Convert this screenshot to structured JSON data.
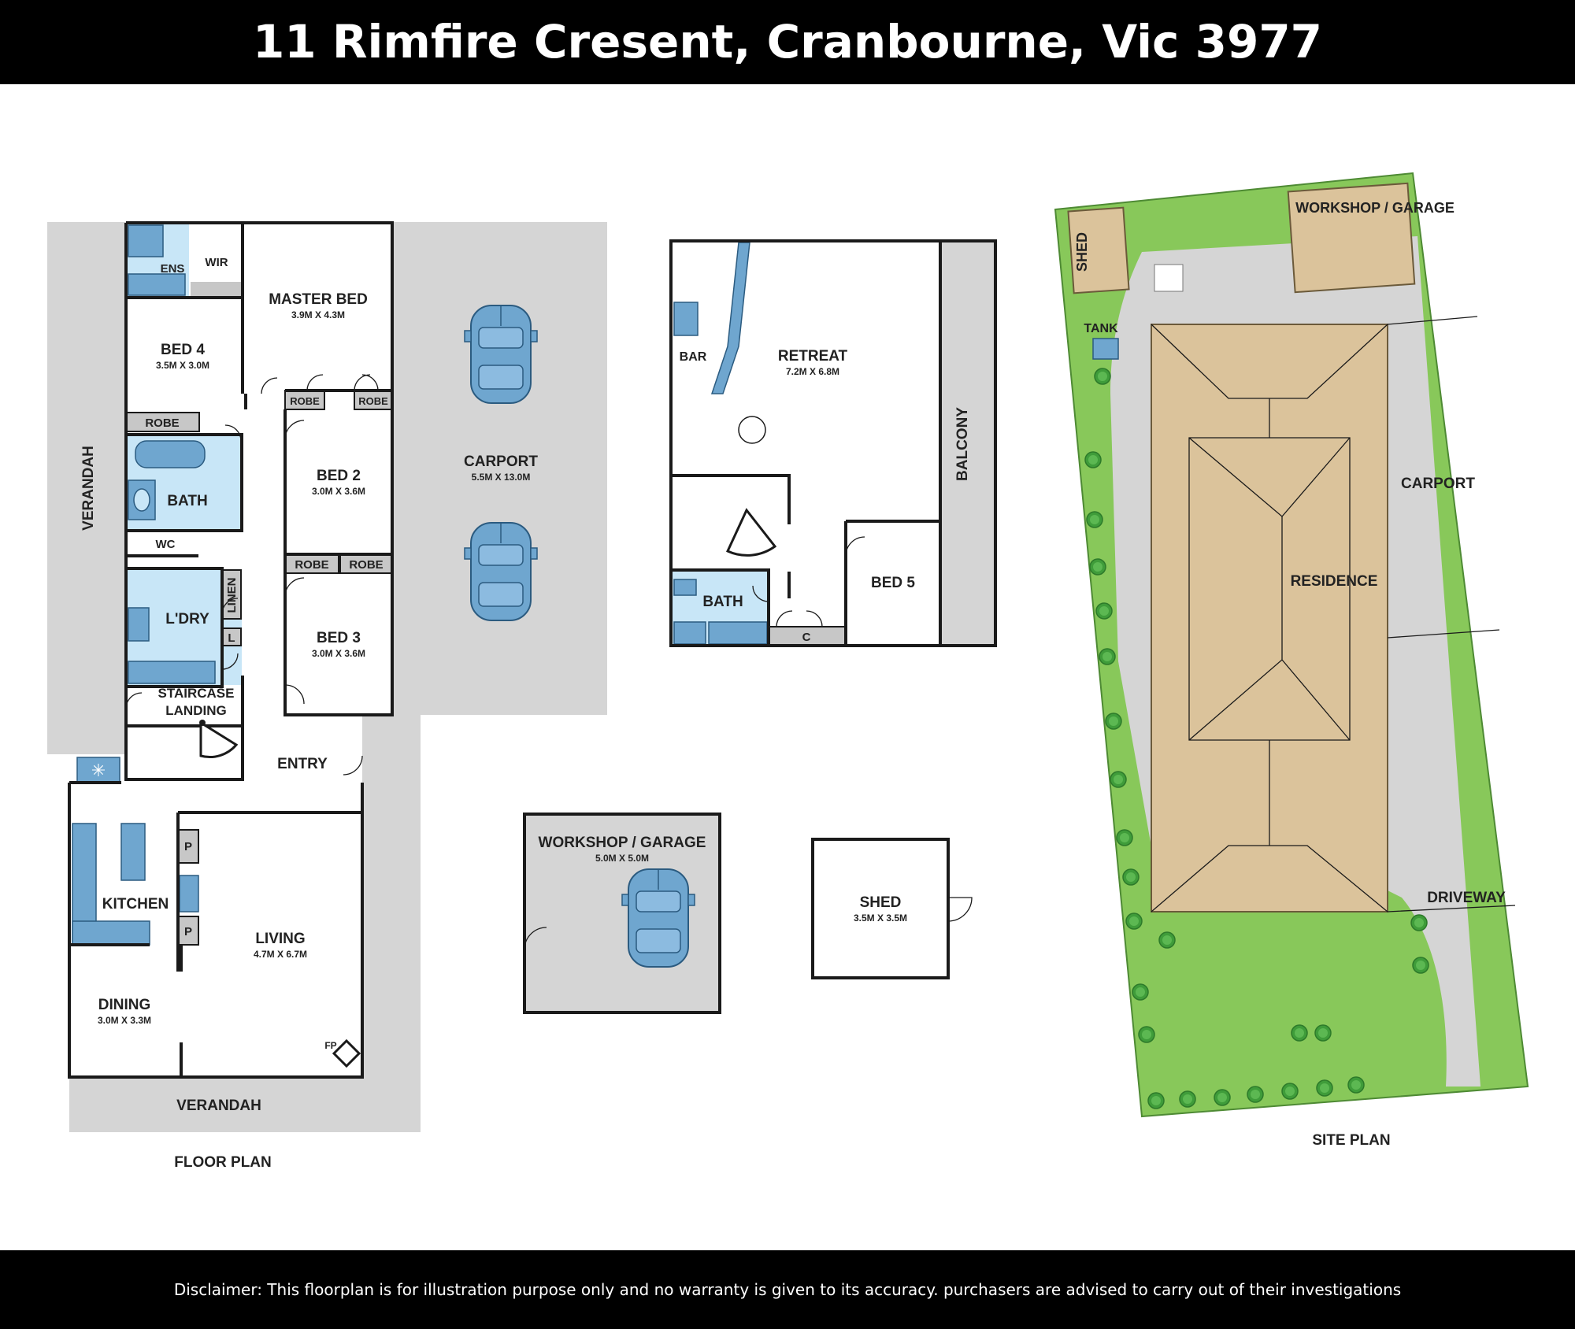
{
  "header": {
    "title": "11 Rimfire Cresent, Cranbourne, Vic 3977"
  },
  "footer": {
    "disclaimer": "Disclaimer: This floorplan is for illustration purpose only and no warranty is given to its accuracy. purchasers are advised to carry out of their investigations"
  },
  "colors": {
    "wet_area": "#c8e6f7",
    "fixture": "#6fa6cf",
    "outdoor": "#d5d5d5",
    "lawn": "#88c85a",
    "roof": "#dbc39b",
    "bar": "#000000"
  },
  "floor_plan": {
    "caption": "FLOOR PLAN",
    "rooms": {
      "master_bed": {
        "name": "MASTER BED",
        "size": "3.9M X 4.3M"
      },
      "bed4": {
        "name": "BED 4",
        "size": "3.5M X 3.0M"
      },
      "bed2": {
        "name": "BED 2",
        "size": "3.0M X 3.6M"
      },
      "bed3": {
        "name": "BED 3",
        "size": "3.0M X 3.6M"
      },
      "carport": {
        "name": "CARPORT",
        "size": "5.5M X 13.0M"
      },
      "living": {
        "name": "LIVING",
        "size": "4.7M X 6.7M"
      },
      "dining": {
        "name": "DINING",
        "size": "3.0M X 3.3M"
      },
      "kitchen": {
        "name": "KITCHEN"
      },
      "bath": {
        "name": "BATH"
      },
      "laundry": {
        "name": "L'DRY"
      },
      "ensuite": {
        "name": "ENS"
      },
      "wir": {
        "name": "WIR"
      },
      "wc": {
        "name": "WC"
      },
      "linen": {
        "name": "LINEN"
      },
      "linen_short": {
        "name": "L"
      },
      "entry": {
        "name": "ENTRY"
      },
      "staircase_landing": {
        "name": "STAIRCASE LANDING",
        "line1": "STAIRCASE",
        "line2": "LANDING"
      },
      "verandah_side": {
        "name": "VERANDAH"
      },
      "verandah_front": {
        "name": "VERANDAH"
      },
      "pantry": {
        "name": "P"
      },
      "fireplace": {
        "name": "FP"
      }
    },
    "robe_label": "ROBE"
  },
  "upper_plan": {
    "retreat": {
      "name": "RETREAT",
      "size": "7.2M X 6.8M"
    },
    "bar": {
      "name": "BAR"
    },
    "balcony": {
      "name": "BALCONY"
    },
    "bath": {
      "name": "BATH"
    },
    "bed5": {
      "name": "BED 5"
    },
    "cupboard": {
      "name": "C"
    }
  },
  "workshop": {
    "name": "WORKSHOP / GARAGE",
    "size": "5.0M X 5.0M"
  },
  "shed": {
    "name": "SHED",
    "size": "3.5M X 3.5M"
  },
  "site_plan": {
    "caption": "SITE PLAN",
    "labels": {
      "workshop": "WORKSHOP / GARAGE",
      "shed": "SHED",
      "tank": "TANK",
      "carport": "CARPORT",
      "residence": "RESIDENCE",
      "driveway": "DRIVEWAY"
    }
  }
}
